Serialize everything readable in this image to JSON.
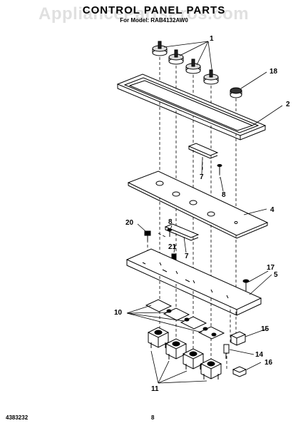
{
  "header": {
    "title": "CONTROL PANEL PARTS",
    "subtitle": "For Model: RAB4132AW0",
    "watermark": "AppliancePartsPros.com"
  },
  "footer": {
    "left_code": "4383232",
    "page_number": "8"
  },
  "callouts": {
    "c1": "1",
    "c2": "2",
    "c4": "4",
    "c5": "5",
    "c7a": "7",
    "c7b": "7",
    "c8a": "8",
    "c8b": "8",
    "c10": "10",
    "c11": "11",
    "c14": "14",
    "c15": "15",
    "c16": "16",
    "c17": "17",
    "c18": "18",
    "c20": "20",
    "c21": "21"
  },
  "colors": {
    "line": "#000000",
    "watermark": "#c8c8c8"
  }
}
